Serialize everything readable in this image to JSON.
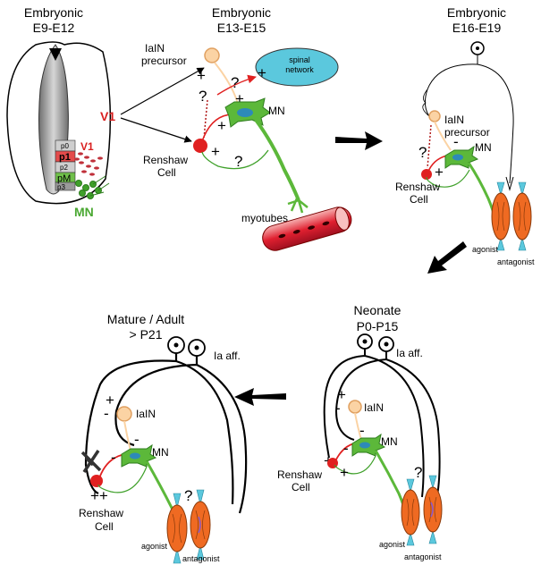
{
  "panels": {
    "e9": {
      "title1": "Embryonic",
      "title2": "E9-E12",
      "v1": "V1",
      "mn": "MN",
      "domains": [
        "p0",
        "p1",
        "p2",
        "pM",
        "p3"
      ]
    },
    "e13": {
      "title1": "Embryonic",
      "title2": "E13-E15",
      "v1": "V1",
      "iain1": "IaIN",
      "iain2": "precursor",
      "network1": "spinal",
      "network2": "network",
      "mn": "MN",
      "renshaw1": "Renshaw",
      "renshaw2": "Cell",
      "myotubes": "myotubes"
    },
    "e16": {
      "title1": "Embryonic",
      "title2": "E16-E19",
      "iain1": "IaIN",
      "iain2": "precursor",
      "mn": "MN",
      "renshaw1": "Renshaw",
      "renshaw2": "Cell",
      "agonist": "agonist",
      "antagonist": "antagonist"
    },
    "neonate": {
      "title1": "Neonate",
      "title2": "P0-P15",
      "ia_aff": "Ia aff.",
      "iain": "IaIN",
      "mn": "MN",
      "renshaw1": "Renshaw",
      "renshaw2": "Cell",
      "agonist": "agonist",
      "antagonist": "antagonist"
    },
    "adult": {
      "title1": "Mature / Adult",
      "title2": "> P21",
      "ia_aff": "Ia aff.",
      "iain": "IaIN",
      "mn": "MN",
      "renshaw1": "Renshaw",
      "renshaw2": "Cell",
      "agonist": "agonist",
      "antagonist": "antagonist",
      "double_plus": "++"
    }
  },
  "symbols": {
    "plus": "+",
    "minus": "-",
    "question": "?"
  },
  "colors": {
    "renshaw": "#e02020",
    "iain_fill": "#fbd3a4",
    "iain_stroke": "#e0a060",
    "mn_green": "#5cb83a",
    "network": "#5bc8dd",
    "muscle": "#ef6a22",
    "tendon": "#5bc8dd",
    "v1_text": "#d91f1f",
    "myotube": "#d82030"
  }
}
